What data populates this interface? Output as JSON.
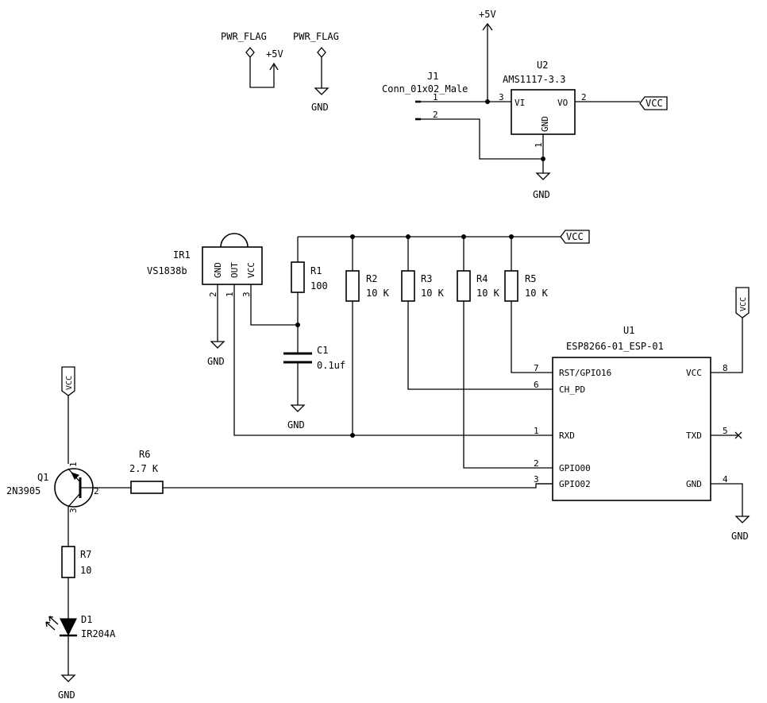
{
  "pwr_flag_1": {
    "ref": "PWR_FLAG",
    "net": "+5V"
  },
  "pwr_flag_2": {
    "ref": "PWR_FLAG",
    "net": "GND"
  },
  "top_supply": {
    "label": "+5V"
  },
  "j1": {
    "ref": "J1",
    "value": "Conn_01x02_Male",
    "pin1": "1",
    "pin2": "2"
  },
  "u2": {
    "ref": "U2",
    "value": "AMS1117-3.3",
    "pin_vi": "VI",
    "pin_vo": "VO",
    "pin_gnd": "GND",
    "pin3": "3",
    "pin2": "2",
    "pin1": "1",
    "gnd": "GND",
    "out_net": "VCC"
  },
  "ir1": {
    "ref": "IR1",
    "value": "VS1838b",
    "pin_gnd": "GND",
    "pin_out": "OUT",
    "pin_vcc": "VCC",
    "pin2": "2",
    "pin1": "1",
    "pin3": "3",
    "gnd": "GND"
  },
  "rail_net": "VCC",
  "r1": {
    "ref": "R1",
    "value": "100"
  },
  "c1": {
    "ref": "C1",
    "value": "0.1uf",
    "gnd": "GND"
  },
  "r2": {
    "ref": "R2",
    "value": "10 K"
  },
  "r3": {
    "ref": "R3",
    "value": "10 K"
  },
  "r4": {
    "ref": "R4",
    "value": "10 K"
  },
  "r5": {
    "ref": "R5",
    "value": "10 K"
  },
  "u1": {
    "ref": "U1",
    "value": "ESP8266-01_ESP-01",
    "left_pins": [
      {
        "num": "7",
        "name": "RST/GPIO16"
      },
      {
        "num": "6",
        "name": "CH_PD"
      },
      {
        "num": "1",
        "name": "RXD"
      },
      {
        "num": "2",
        "name": "GPIO00"
      },
      {
        "num": "3",
        "name": "GPIO02"
      }
    ],
    "right_pins": [
      {
        "num": "8",
        "name": "VCC"
      },
      {
        "num": "5",
        "name": "TXD"
      },
      {
        "num": "4",
        "name": "GND"
      }
    ],
    "vcc_net": "VCC",
    "gnd": "GND"
  },
  "q1": {
    "ref": "Q1",
    "value": "2N3905",
    "pin1": "1",
    "pin2": "2",
    "pin3": "3",
    "vcc_net": "VCC"
  },
  "r6": {
    "ref": "R6",
    "value": "2.7 K"
  },
  "r7": {
    "ref": "R7",
    "value": "10"
  },
  "d1": {
    "ref": "D1",
    "value": "IR204A",
    "gnd": "GND"
  }
}
